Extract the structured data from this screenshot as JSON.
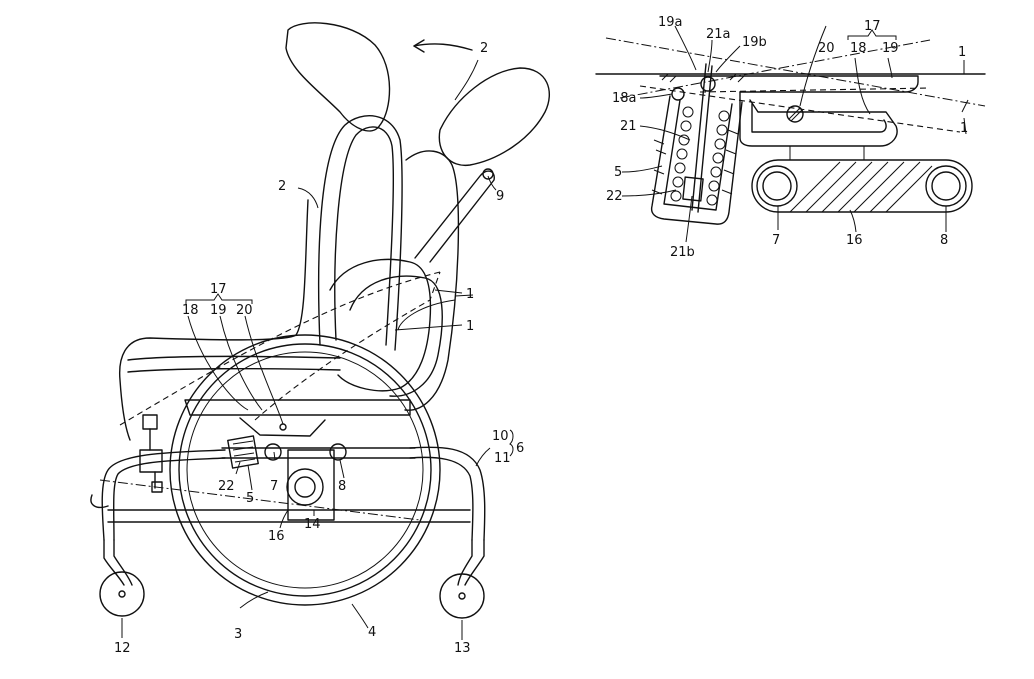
{
  "labels": {
    "left": {
      "n1a": "1",
      "n1b": "1",
      "n2a": "2",
      "n2b": "2",
      "n3": "3",
      "n4": "4",
      "n5": "5",
      "n6": "6",
      "n7": "7",
      "n8": "8",
      "n9": "9",
      "n10": "10",
      "n11": "11",
      "n12": "12",
      "n13": "13",
      "n14": "14",
      "n16": "16",
      "n17": "17",
      "n18": "18",
      "n19": "19",
      "n20": "20",
      "n22": "22"
    },
    "right": {
      "n1a": "1",
      "n1b": "1",
      "n5": "5",
      "n7": "7",
      "n8": "8",
      "n16": "16",
      "n17": "17",
      "n18": "18",
      "n18a": "18a",
      "n19": "19",
      "n19a": "19a",
      "n19b": "19b",
      "n20": "20",
      "n21": "21",
      "n21a": "21a",
      "n21b": "21b",
      "n22": "22"
    }
  }
}
